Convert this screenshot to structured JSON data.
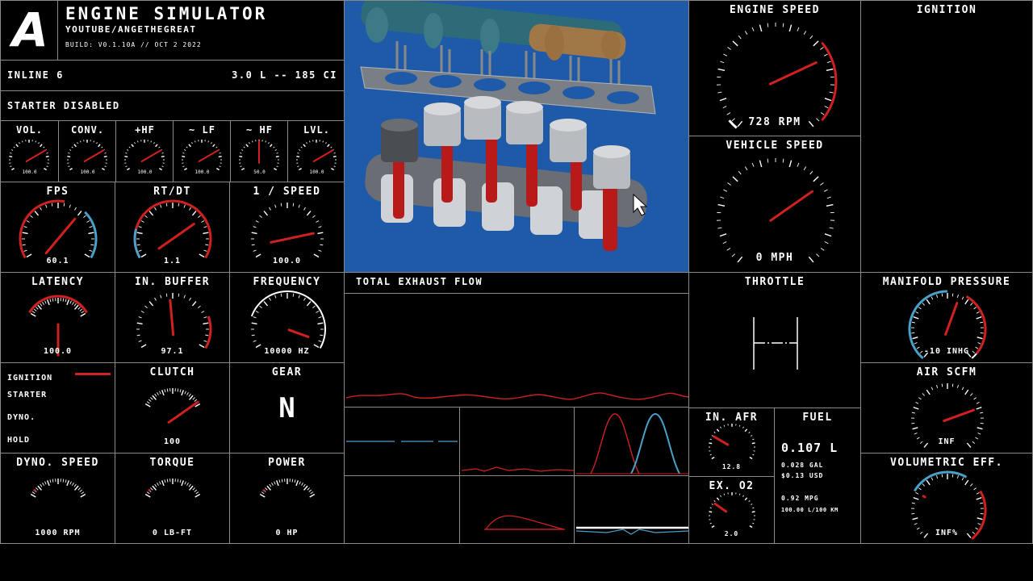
{
  "header": {
    "logo": "A",
    "title": "ENGINE SIMULATOR",
    "channel": "YOUTUBE/ANGETHEGREAT",
    "build": "BUILD: V0.1.10A // OCT  2 2022"
  },
  "engine": {
    "type": "INLINE 6",
    "displacement": "3.0 L -- 185 CI",
    "starter_status": "STARTER DISABLED"
  },
  "audio_gauges": [
    {
      "label": "VOL.",
      "value": "100.0"
    },
    {
      "label": "CONV.",
      "value": "100.0"
    },
    {
      "label": "+HF",
      "value": "100.0"
    },
    {
      "label": "~ LF",
      "value": "100.0"
    },
    {
      "label": "~ HF",
      "value": "50.0"
    },
    {
      "label": "LVL.",
      "value": "100.0"
    }
  ],
  "perf": {
    "fps": {
      "label": "FPS",
      "value": "60.1"
    },
    "rtdt": {
      "label": "RT/DT",
      "value": "1.1"
    },
    "speed": {
      "label": "1 / SPEED",
      "value": "100.0"
    },
    "latency": {
      "label": "LATENCY",
      "value": "100.0"
    },
    "inbuffer": {
      "label": "IN. BUFFER",
      "value": "97.1"
    },
    "frequency": {
      "label": "FREQUENCY",
      "value": "10000 HZ"
    }
  },
  "toggles": {
    "ignition": "IGNITION",
    "starter": "STARTER",
    "dyno": "DYNO.",
    "hold": "HOLD"
  },
  "clutch": {
    "label": "CLUTCH",
    "value": "100"
  },
  "gear": {
    "label": "GEAR",
    "value": "N"
  },
  "dyno": {
    "speed": {
      "label": "DYNO. SPEED",
      "value": "1000 RPM"
    },
    "torque": {
      "label": "TORQUE",
      "value": "0 LB-FT"
    },
    "power": {
      "label": "POWER",
      "value": "0 HP"
    }
  },
  "engine_speed": {
    "label": "ENGINE SPEED",
    "value": "728 RPM"
  },
  "vehicle_speed": {
    "label": "VEHICLE SPEED",
    "value": "0 MPH"
  },
  "ignition_panel": {
    "label": "IGNITION"
  },
  "exhaust": {
    "label": "TOTAL EXHAUST FLOW"
  },
  "throttle": {
    "label": "THROTTLE"
  },
  "manifold": {
    "label": "MANIFOLD PRESSURE",
    "value": "-10 INHG"
  },
  "air_scfm": {
    "label": "AIR SCFM",
    "value": "INF"
  },
  "vol_eff": {
    "label": "VOLUMETRIC EFF.",
    "value": "INF%"
  },
  "in_afr": {
    "label": "IN. AFR",
    "value": "12.8"
  },
  "ex_o2": {
    "label": "EX. O2",
    "value": "2.0"
  },
  "fuel": {
    "label": "FUEL",
    "liters": "0.107 L",
    "gal": "0.028 GAL",
    "usd": "$0.13 USD",
    "mpg": "0.92 MPG",
    "l100": "100.00 L/100 KM"
  },
  "colors": {
    "accent_red": "#d02020",
    "accent_blue": "#4aa0c8",
    "viewport_blue": "#1f5aa8"
  }
}
